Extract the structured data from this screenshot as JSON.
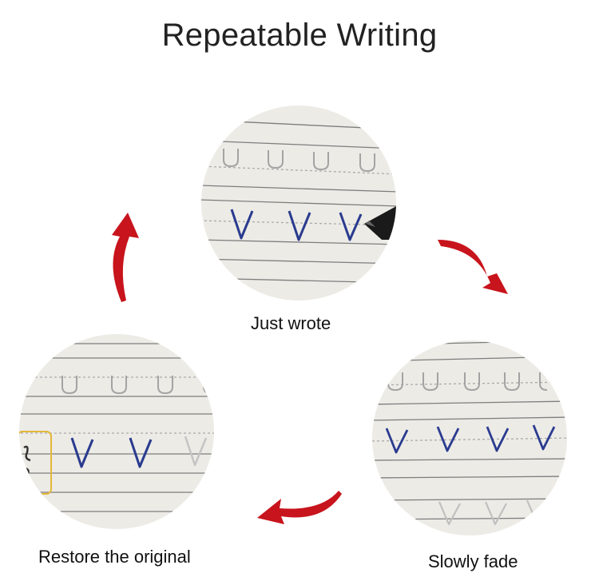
{
  "title": "Repeatable Writing",
  "stages": [
    {
      "caption": "Just wrote",
      "guide_letters": [
        "u",
        "u",
        "u",
        "u"
      ],
      "written_letters": [
        "V",
        "V",
        "V"
      ]
    },
    {
      "caption": "Slowly fade",
      "guide_letters": [
        "u",
        "u",
        "u",
        "u"
      ],
      "written_letters": [
        "V",
        "V",
        "V",
        "V"
      ]
    },
    {
      "caption": "Restore the original",
      "guide_letters": [
        "u",
        "u",
        "u",
        "u"
      ],
      "written_letters": [
        "V",
        "V",
        "V"
      ]
    }
  ],
  "colors": {
    "ink": "#2a3b8f",
    "faded_ink": "#b9b9b9",
    "guide": "#9a9a9a",
    "paper": "#ecebe6",
    "arrow": "#c8141c"
  }
}
